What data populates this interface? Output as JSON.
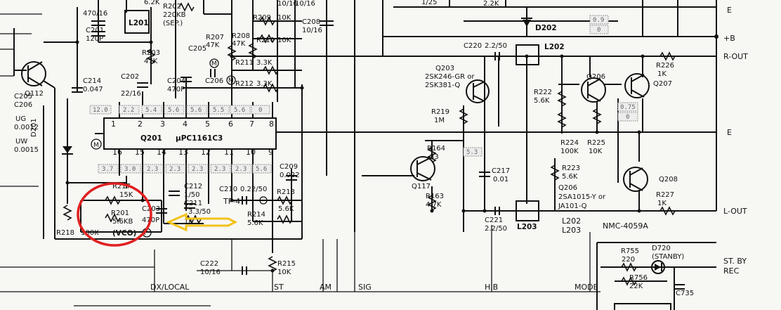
{
  "components": {
    "c470_16": "470/16",
    "r6_2k": "6.2K",
    "l201": "L201",
    "r202": "R202",
    "r202_val": "220KB",
    "r202_sub": "(SEP.)",
    "c201": "C201",
    "c201_val": "120P",
    "r203": "R203",
    "r203_val": "47K",
    "q112": "Q112",
    "c214": "C214",
    "c214_val": "0.047",
    "c205_206": [
      "C205",
      "C206",
      "UG",
      "0.0012",
      "UW",
      "0.0015"
    ],
    "d201": "D201",
    "c205": "C205",
    "c202": "C202",
    "c202_val": "22/16",
    "r207": "R207",
    "r207_val": "47K",
    "r208": "R208",
    "r208_val": "47K",
    "r209": "R209",
    "r209_val": "10K",
    "r210": "R210",
    "r210_val": "10K",
    "c10_16": "10/16",
    "c208": "C208",
    "c208_val": "10/16",
    "c10_16b": "10/16",
    "c204": "C204",
    "c204_val": "470P",
    "c206": "C206",
    "r211": "R211",
    "r211_val": "3.3K",
    "r212": "R212",
    "r212_val": "3.3K",
    "q201": "Q201",
    "q201_part": "μPC1161C3",
    "pins_top": [
      "1",
      "2",
      "3",
      "4",
      "5",
      "6",
      "7",
      "8"
    ],
    "pins_bottom": [
      "16",
      "15",
      "14",
      "13",
      "12",
      "11",
      "10",
      "9"
    ],
    "volts_top": [
      "12.0",
      "2.2",
      "5.4",
      "5.6",
      "5.6",
      "5.5",
      "5.6",
      "0"
    ],
    "volts_bottom": [
      "3.7",
      "3.0",
      "2.3",
      "2.3",
      "2.3",
      "2.3",
      "2.3",
      "5.6"
    ],
    "r217": "R217",
    "r217_val": "15K",
    "r201": "R201",
    "r201_val": "5.6KB",
    "vco": "(VCO)",
    "c203": "C203",
    "c203_val": "470P",
    "r218": "R218",
    "r218_val": "100K",
    "c212": "C212",
    "c212_val": "1/50",
    "c211": "C211",
    "c211_val": "3.3/50",
    "r1k": "1K",
    "c210": "C210",
    "c210_val": "0.22/50",
    "c209": "C209",
    "c209_val": "0.022",
    "tp4": "TP-4",
    "r213": "R213",
    "r213_val": "5.6K",
    "r214": "R214",
    "r214_val": "5.6K",
    "c222": "C222",
    "c222_val": "10/16",
    "r215": "R215",
    "r215_val": "10K",
    "c220": "C220",
    "c220_val": "2.2/50",
    "l202": "L202",
    "d202": "D202",
    "v09": "0.9",
    "v0a": "0",
    "r2k": "2.2K",
    "v125": "1/25",
    "q203": "Q203",
    "q203_part": "2SK246-GR or",
    "q203_part2": "2SK381-Q",
    "r219": "R219",
    "r219_val": "1M",
    "r164": "R164",
    "r164_val": "33",
    "v53": "5.3",
    "q117": "Q117",
    "c217": "C217",
    "c217_val": "0.01",
    "r163": "R163",
    "r163_val": "4.7K",
    "c221": "C221",
    "c221_val": "2.2/50",
    "l203": "L203",
    "r222": "R222",
    "r222_val": "5.6K",
    "q206": "Q206",
    "q207": "Q207",
    "v075": "0.75",
    "v0b": "0",
    "r224": "R224",
    "r224_val": "100K",
    "r225": "R225",
    "r225_val": "10K",
    "r226": "R226",
    "r226_val": "1K",
    "r223": "R223",
    "r223_val": "5.6K",
    "q208": "Q208",
    "q206_part": "Q206",
    "q206_part2": "2SA1015-Y or",
    "q206_part3": "JA101-Q",
    "r227": "R227",
    "r227_val": "1K",
    "l202_l203": "L202",
    "l203b": "L203",
    "nmc": "NMC-4059A",
    "r755": "R755",
    "r755_val": "220",
    "d720": "D720",
    "d720_sub": "(STANBY)",
    "r756": "R756",
    "r756_val": "22K",
    "c735": "C735",
    "p_tag": "P"
  },
  "nets": {
    "e_top": "E",
    "b_plus": "+B",
    "r_out": "R-OUT",
    "e_mid": "E",
    "l_out": "L-OUT",
    "st_by": "ST. BY",
    "rec": "REC",
    "dx_local": "DX/LOCAL",
    "st": "ST",
    "am": "AM",
    "sig": "SIG",
    "hb": "H.B",
    "mode": "MODE",
    "m": "M"
  },
  "annotations": {
    "circle_color": "#e02020",
    "arrow_color": "#f2c21a"
  }
}
